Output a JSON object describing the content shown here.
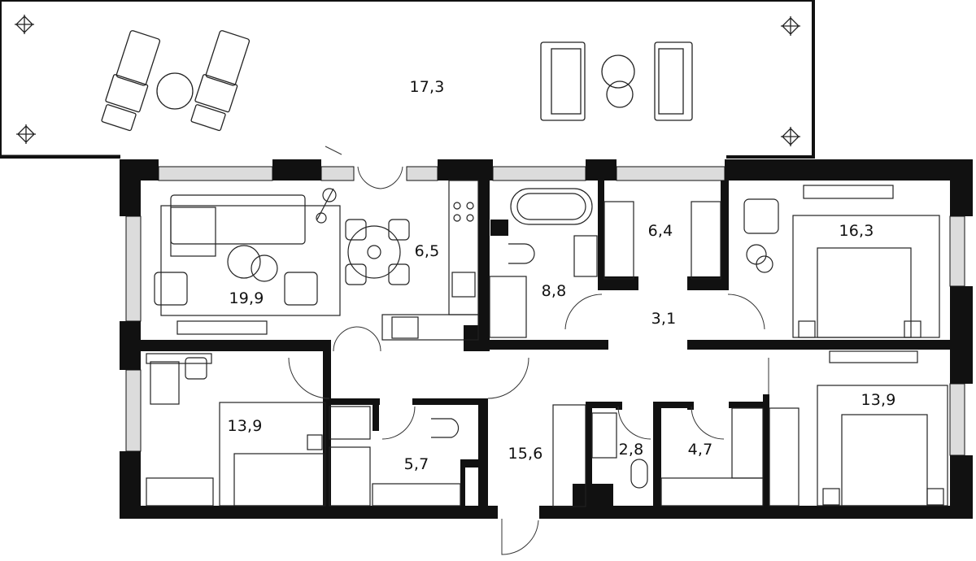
{
  "colors": {
    "wall": "#111111",
    "line": "#222222",
    "window": "#d9d9d9",
    "background": "#ffffff"
  },
  "rooms": {
    "terrace": {
      "area": "17,3"
    },
    "living": {
      "area": "19,9"
    },
    "kitchen": {
      "area": "6,5"
    },
    "bath_main": {
      "area": "8,8"
    },
    "wardrobe": {
      "area": "6,4"
    },
    "corridor": {
      "area": "3,1"
    },
    "bedroom_ne": {
      "area": "16,3"
    },
    "bedroom_sw": {
      "area": "13,9"
    },
    "bath_small": {
      "area": "5,7"
    },
    "hall": {
      "area": "15,6"
    },
    "wc": {
      "area": "2,8"
    },
    "storage": {
      "area": "4,7"
    },
    "bedroom_se": {
      "area": "13,9"
    }
  }
}
